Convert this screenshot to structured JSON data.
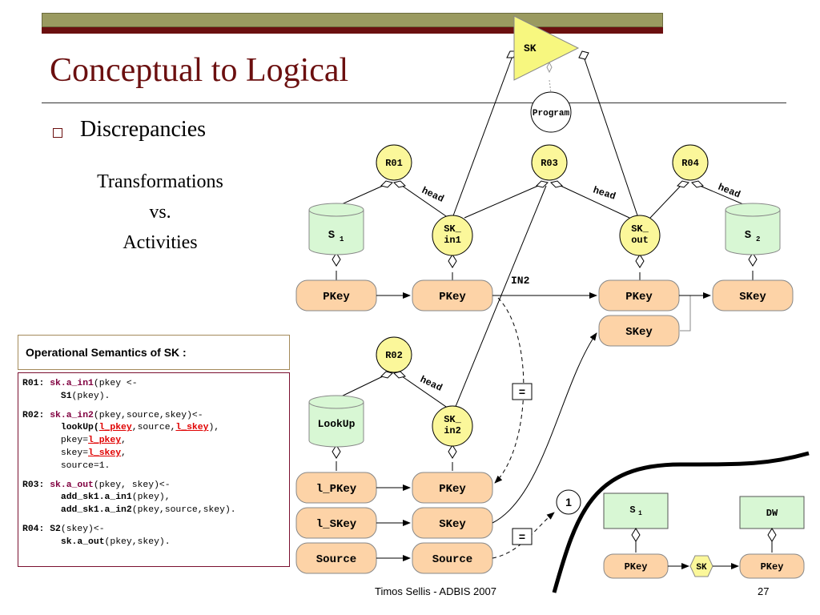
{
  "slide": {
    "title": "Conceptual to Logical",
    "bullet": "Discrepancies",
    "subtitle_lines": [
      "Transformations",
      "vs.",
      "Activities"
    ],
    "footer_center": "Timos Sellis - ADBIS 2007",
    "page_number": "27"
  },
  "opsem": {
    "heading": "Operational Semantics of SK :",
    "rules": [
      {
        "lines": [
          [
            {
              "t": "R01: ",
              "s": "b"
            },
            {
              "t": "sk.a_in1",
              "s": "kw"
            },
            {
              "t": "(pkey <-"
            }
          ],
          [
            {
              "t": "       "
            },
            {
              "t": "S1",
              "s": "b"
            },
            {
              "t": "(pkey)."
            }
          ]
        ]
      },
      {
        "lines": [
          [
            {
              "t": "R02: ",
              "s": "b"
            },
            {
              "t": "sk.a_in2",
              "s": "kw"
            },
            {
              "t": "(pkey,source,skey)<-"
            }
          ],
          [
            {
              "t": "       "
            },
            {
              "t": "lookUp(",
              "s": "b"
            },
            {
              "t": "l_pkey",
              "s": "red"
            },
            {
              "t": ",source,"
            },
            {
              "t": "l_skey",
              "s": "red"
            },
            {
              "t": "),"
            }
          ],
          [
            {
              "t": "       pkey="
            },
            {
              "t": "l_pkey",
              "s": "red"
            },
            {
              "t": ","
            }
          ],
          [
            {
              "t": "       skey="
            },
            {
              "t": "l_skey",
              "s": "red"
            },
            {
              "t": ","
            }
          ],
          [
            {
              "t": "       source=1."
            }
          ]
        ]
      },
      {
        "lines": [
          [
            {
              "t": "R03: ",
              "s": "b"
            },
            {
              "t": "sk.a_out",
              "s": "kw"
            },
            {
              "t": "(pkey, skey)<-"
            }
          ],
          [
            {
              "t": "       "
            },
            {
              "t": "add_sk1.a_in1",
              "s": "b"
            },
            {
              "t": "(pkey),"
            }
          ],
          [
            {
              "t": "       "
            },
            {
              "t": "add_sk1.a_in2",
              "s": "b"
            },
            {
              "t": "(pkey,source,skey)."
            }
          ]
        ]
      },
      {
        "lines": [
          [
            {
              "t": "R04: ",
              "s": "b"
            },
            {
              "t": "S2",
              "s": "b"
            },
            {
              "t": "(skey)<-"
            }
          ],
          [
            {
              "t": "       "
            },
            {
              "t": "sk.a_out",
              "s": "b"
            },
            {
              "t": "(pkey,skey)."
            }
          ]
        ]
      }
    ]
  },
  "diagram": {
    "sk_triangle": "SK",
    "program": "Program",
    "rules": {
      "r01": "R01",
      "r02": "R02",
      "r03": "R03",
      "r04": "R04"
    },
    "head_labels": [
      "head",
      "head",
      "head",
      "head"
    ],
    "sk_in1": [
      "SK_",
      "in1"
    ],
    "sk_in2": [
      "SK_",
      "in2"
    ],
    "sk_out": [
      "SK_",
      "out"
    ],
    "stores": {
      "s1": "S",
      "s1_sub": "1",
      "s2": "S",
      "s2_sub": "2",
      "lookup": "LookUp"
    },
    "attrs": {
      "s1_pkey": "PKey",
      "in1_pkey": "PKey",
      "out_pkey": "PKey",
      "out_skey": "SKey",
      "s2_skey": "SKey",
      "l_pkey": "l_PKey",
      "l_skey": "l_SKey",
      "lk_source": "Source",
      "in2_pkey": "PKey",
      "in2_skey": "SKey",
      "in2_source": "Source"
    },
    "in2_label": "IN2",
    "eq_label": "=",
    "eq_label2": "=",
    "circle_one": "1",
    "mini": {
      "s1": "S",
      "s1_sub": "1",
      "dw": "DW",
      "pkey_left": "PKey",
      "sk": "SK",
      "pkey_right": "PKey"
    }
  },
  "colors": {
    "title": "#6b0f0f",
    "attr_fill": "#fdd3a7",
    "store_fill": "#d8f7d4",
    "node_fill": "#fbf79a",
    "triangle_fill": "#f7f77f"
  }
}
